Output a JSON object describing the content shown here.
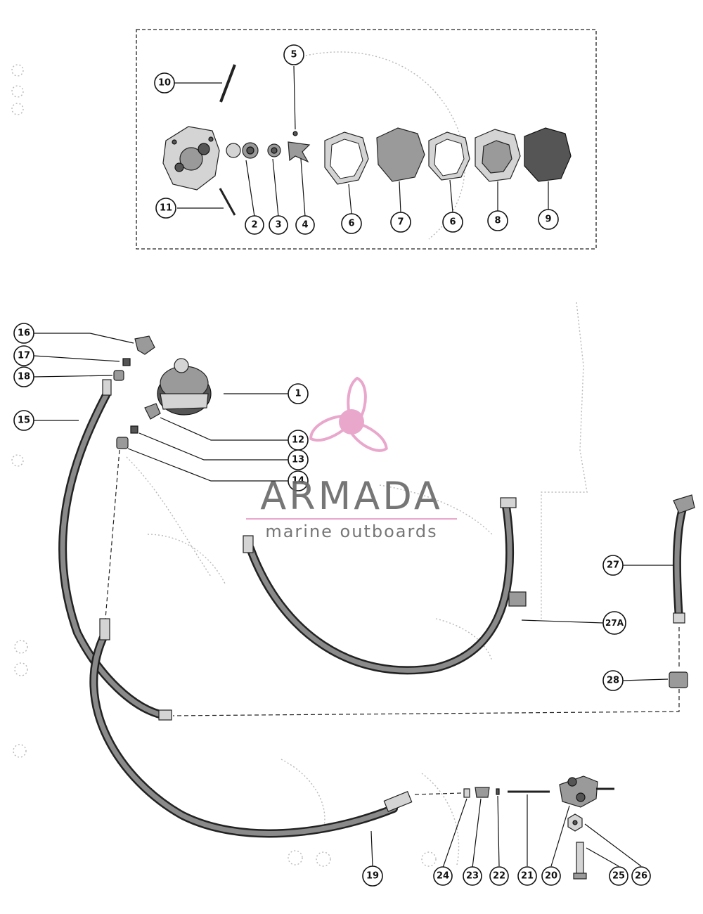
{
  "diagram": {
    "callouts": {
      "c1": "1",
      "c2": "2",
      "c3": "3",
      "c4": "4",
      "c5": "5",
      "c6a": "6",
      "c6b": "6",
      "c7": "7",
      "c8": "8",
      "c9": "9",
      "c10": "10",
      "c11": "11",
      "c12": "12",
      "c13": "13",
      "c14": "14",
      "c15": "15",
      "c16": "16",
      "c17": "17",
      "c18": "18",
      "c19": "19",
      "c20": "20",
      "c21": "21",
      "c22": "22",
      "c23": "23",
      "c24": "24",
      "c25": "25",
      "c26": "26",
      "c27": "27",
      "c27a": "27A",
      "c28": "28"
    }
  },
  "watermark": {
    "brand": "ARMADA",
    "tagline": "marine outboards",
    "accent_color": "#e8a0c8",
    "text_color": "#6b6b6b"
  }
}
